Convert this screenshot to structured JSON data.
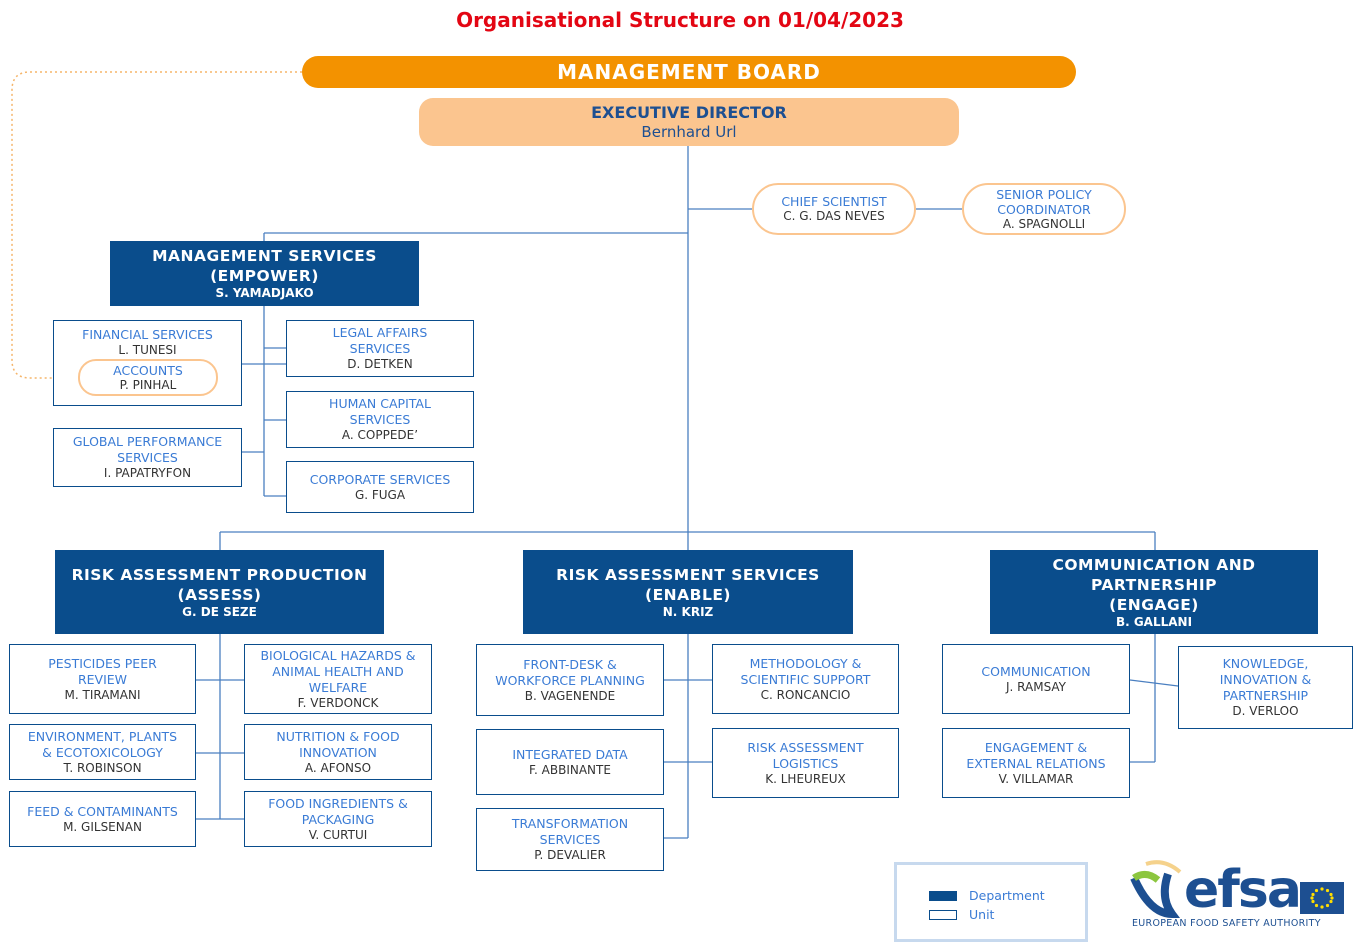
{
  "title": "Organisational Structure on 01/04/2023",
  "management_board": "MANAGEMENT BOARD",
  "executive_director": {
    "title": "EXECUTIVE DIRECTOR",
    "name": "Bernhard Url"
  },
  "chief_scientist": {
    "title": "CHIEF SCIENTIST",
    "name": "C. G. DAS NEVES"
  },
  "senior_policy": {
    "title_1": "SENIOR POLICY",
    "title_2": "COORDINATOR",
    "name": "A. SPAGNOLLI"
  },
  "management_services": {
    "title_1": "MANAGEMENT SERVICES",
    "title_2": "(EMPOWER)",
    "head": "S. YAMADJAKO",
    "units": {
      "financial": {
        "title": "FINANCIAL SERVICES",
        "name": "L. TUNESI"
      },
      "accounts": {
        "title": "ACCOUNTS",
        "name": "P. PINHAL"
      },
      "global_perf": {
        "title_1": "GLOBAL PERFORMANCE",
        "title_2": "SERVICES",
        "name": "I. PAPATRYFON"
      },
      "legal": {
        "title_1": "LEGAL AFFAIRS",
        "title_2": "SERVICES",
        "name": "D. DETKEN"
      },
      "human_capital": {
        "title_1": "HUMAN CAPITAL",
        "title_2": "SERVICES",
        "name": "A. COPPEDE’"
      },
      "corporate": {
        "title": "CORPORATE SERVICES",
        "name": "G. FUGA"
      }
    }
  },
  "assess": {
    "title_1": "RISK ASSESSMENT PRODUCTION",
    "title_2": "(ASSESS)",
    "head": "G. DE SEZE",
    "units": {
      "pesticides": {
        "title_1": "PESTICIDES PEER",
        "title_2": "REVIEW",
        "name": "M. TIRAMANI"
      },
      "environment": {
        "title_1": "ENVIRONMENT, PLANTS",
        "title_2": "& ECOTOXICOLOGY",
        "name": "T. ROBINSON"
      },
      "feed": {
        "title": "FEED & CONTAMINANTS",
        "name": "M. GILSENAN"
      },
      "biohaz": {
        "title_1": "BIOLOGICAL HAZARDS &",
        "title_2": "ANIMAL HEALTH AND",
        "title_3": "WELFARE",
        "name": "F. VERDONCK"
      },
      "nutrition": {
        "title_1": "NUTRITION & FOOD",
        "title_2": "INNOVATION",
        "name": "A. AFONSO"
      },
      "food_ingredients": {
        "title_1": "FOOD INGREDIENTS &",
        "title_2": "PACKAGING",
        "name": "V. CURTUI"
      }
    }
  },
  "enable": {
    "title_1": "RISK ASSESSMENT SERVICES",
    "title_2": "(ENABLE)",
    "head": "N. KRIZ",
    "units": {
      "front_desk": {
        "title_1": "FRONT-DESK &",
        "title_2": "WORKFORCE PLANNING",
        "name": "B. VAGENENDE"
      },
      "integrated": {
        "title": "INTEGRATED DATA",
        "name": "F. ABBINANTE"
      },
      "transformation": {
        "title_1": "TRANSFORMATION",
        "title_2": "SERVICES",
        "name": "P. DEVALIER"
      },
      "methodology": {
        "title_1": "METHODOLOGY &",
        "title_2": "SCIENTIFIC SUPPORT",
        "name": "C. RONCANCIO"
      },
      "logistics": {
        "title_1": "RISK ASSESSMENT",
        "title_2": "LOGISTICS",
        "name": "K. LHEUREUX"
      }
    }
  },
  "engage": {
    "title_1": "COMMUNICATION AND",
    "title_2": "PARTNERSHIP",
    "title_3": "(ENGAGE)",
    "head": "B. GALLANI",
    "units": {
      "communication": {
        "title": "COMMUNICATION",
        "name": "J. RAMSAY"
      },
      "engagement": {
        "title_1": "ENGAGEMENT &",
        "title_2": "EXTERNAL RELATIONS",
        "name": "V. VILLAMAR"
      },
      "knowledge": {
        "title_1": "KNOWLEDGE,",
        "title_2": "INNOVATION &",
        "title_3": "PARTNERSHIP",
        "name": "D. VERLOO"
      }
    }
  },
  "legend": {
    "department": "Department",
    "unit": "Unit"
  },
  "logo": {
    "wordmark": "efsa",
    "tagline": "EUROPEAN FOOD SAFETY AUTHORITY"
  },
  "colors": {
    "board": "#f39200",
    "executive": "#fbc58f",
    "department": "#0a4d8c",
    "unit_text": "#3a7bd5",
    "title": "#e30613"
  }
}
